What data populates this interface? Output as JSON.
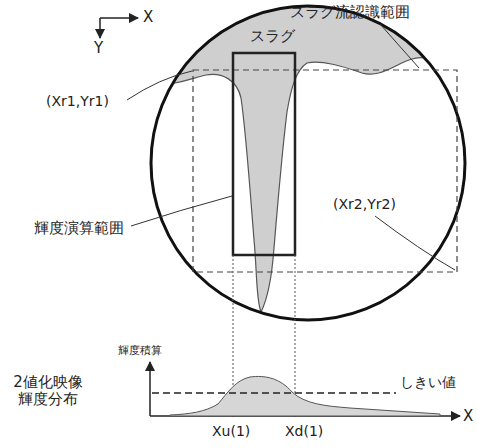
{
  "diagram": {
    "labels": [
      "スラグ流認識範囲",
      "X",
      "Y",
      "スラグ",
      "(Xr1,Yr1)",
      "輝度演算範囲",
      "(Xr2,Yr2)",
      "輝度積算",
      "2値化映像 輝度分布",
      "しきい値",
      "X",
      "Xu(1)",
      "Xd(1)"
    ]
  }
}
